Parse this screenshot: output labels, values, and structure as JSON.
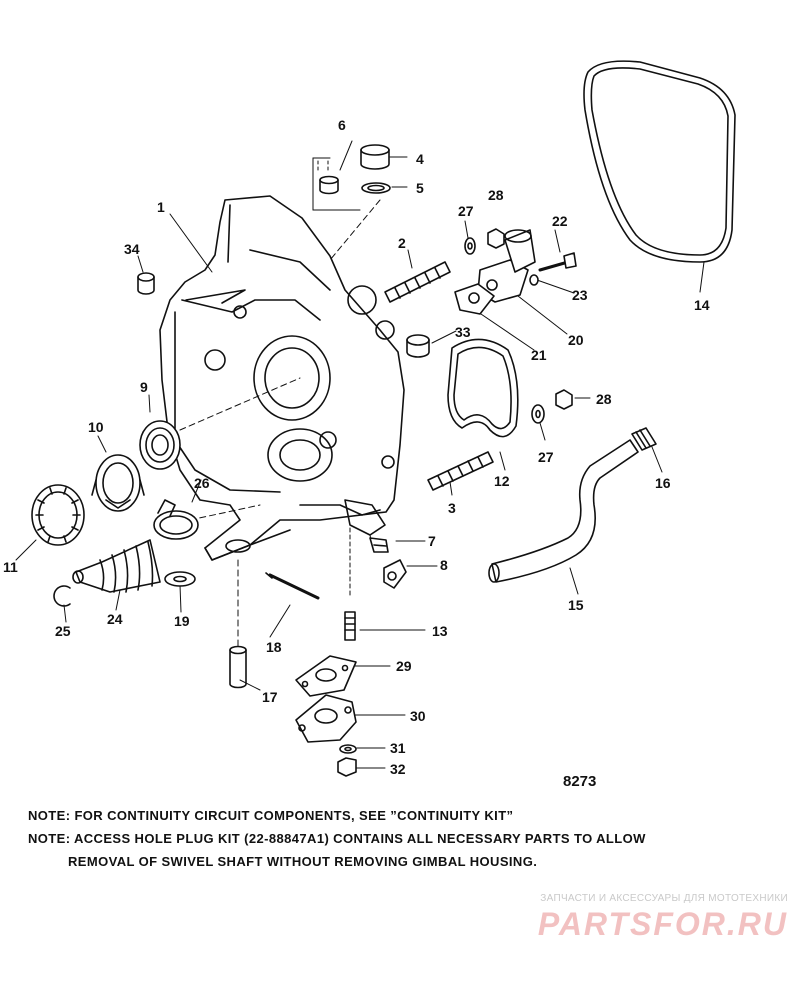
{
  "diagram": {
    "figure_number": "8273",
    "callouts": [
      "1",
      "2",
      "3",
      "4",
      "5",
      "6",
      "7",
      "8",
      "9",
      "10",
      "11",
      "12",
      "13",
      "14",
      "15",
      "16",
      "17",
      "18",
      "19",
      "20",
      "21",
      "22",
      "23",
      "24",
      "25",
      "26",
      "27",
      "27",
      "28",
      "28",
      "29",
      "30",
      "31",
      "32",
      "33",
      "34"
    ]
  },
  "notes": {
    "line1": "NOTE:  FOR CONTINUITY CIRCUIT COMPONENTS, SEE ”CONTINUITY KIT”",
    "line2": "NOTE:  ACCESS HOLE PLUG KIT (22-88847A1) CONTAINS ALL NECESSARY PARTS TO ALLOW",
    "line3": "REMOVAL OF SWIVEL SHAFT WITHOUT REMOVING GIMBAL HOUSING."
  },
  "watermark": {
    "tagline": "ЗАПЧАСТИ И АКСЕССУАРЫ ДЛЯ МОТОТЕХНИКИ",
    "logo": "PARTSFOR.RU"
  }
}
